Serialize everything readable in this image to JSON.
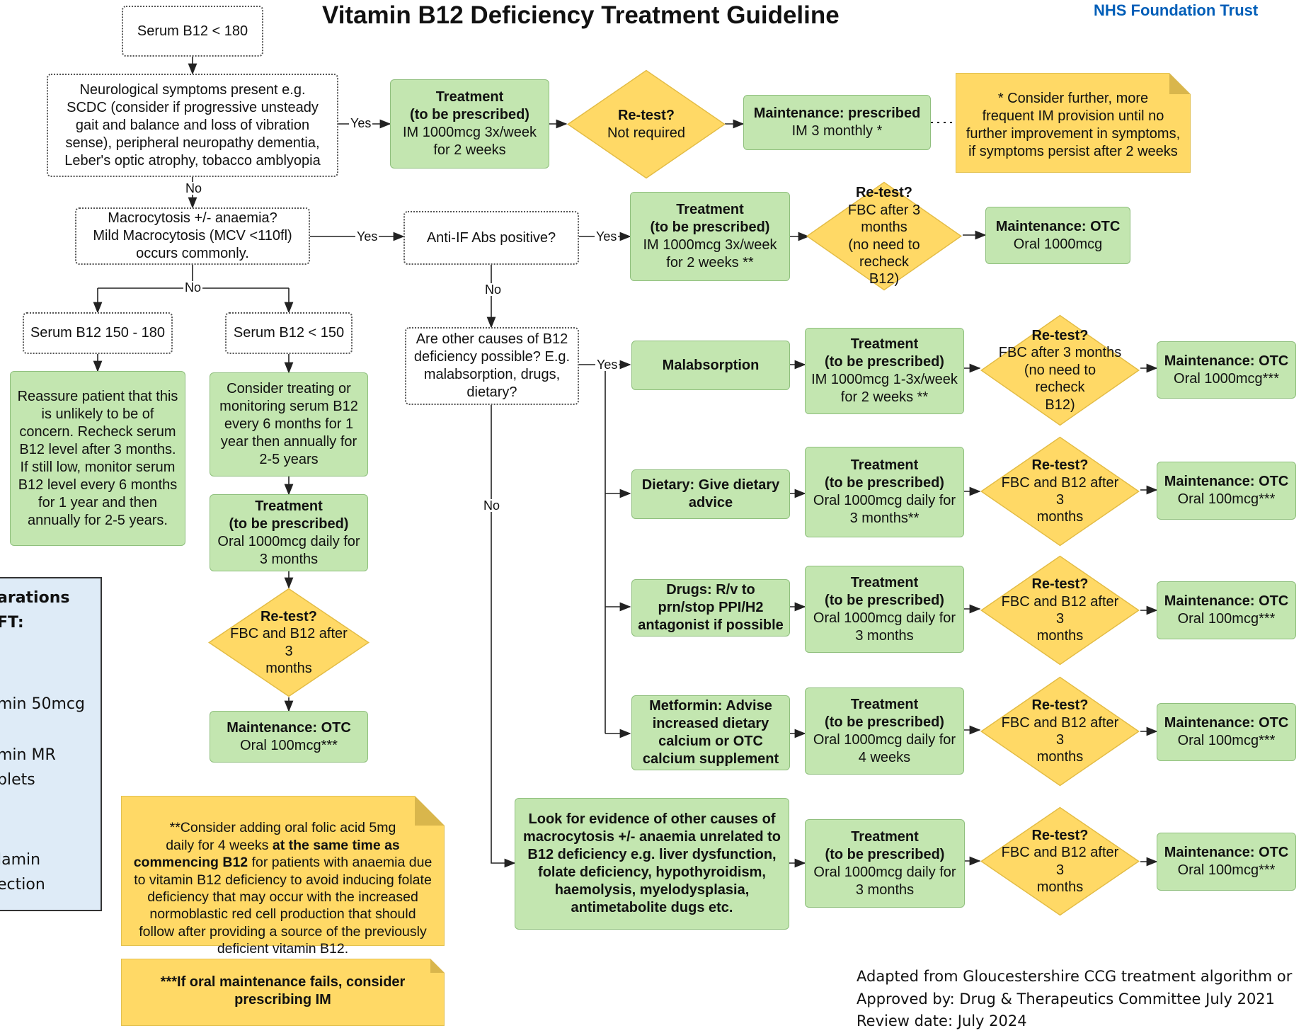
{
  "header": {
    "title": "Vitamin B12 Deficiency Treatment Guideline",
    "trust": "NHS Foundation Trust"
  },
  "nodes": {
    "serum_lt180": "Serum B12 < 180",
    "neuro": "Neurological symptoms present e.g.\nSCDC (consider if progressive unsteady\ngait and balance and loss of vibration\nsense), peripheral neuropathy dementia,\nLeber's optic atrophy, tobacco amblyopia",
    "macro": "Macrocytosis +/- anaemia?\nMild Macrocytosis (MCV <110fl)\noccurs commonly.",
    "anti_if": "Anti-IF Abs positive?",
    "serum_150_180": "Serum B12 150 - 180",
    "serum_lt150": "Serum B12 < 150",
    "other_causes": "Are other causes of B12\ndeficiency possible? E.g.\nmalabsorption, drugs,\ndietary?",
    "reassure": "Reassure patient that this\nis unlikely to be of\nconcern. Recheck serum\nB12 level after 3 months.\nIf still low, monitor serum\nB12 level every 6 months\nfor 1 year and then\nannually for 2-5 years.",
    "consider_treating": "Consider treating or\nmonitoring serum B12\nevery 6 months for 1\nyear then annually for\n2-5 years",
    "malabsorption": "Malabsorption",
    "dietary": "Dietary: Give dietary\nadvice",
    "drugs": "Drugs: R/v to\nprn/stop PPI/H2\nantagonist if possible",
    "metformin": "Metformin: Advise\nincreased dietary\ncalcium or OTC\ncalcium supplement",
    "look_for": "Look for evidence of other causes of\nmacrocytosis +/- anaemia unrelated to\nB12 deficiency e.g. liver dysfunction,\nfolate deficiency, hypothyroidism,\nhaemolysis, myelodysplasia,\nantimetabolite dugs etc."
  },
  "treatment_heading": "Treatment\n(to be prescribed)",
  "treatments": {
    "t1": "IM 1000mcg 3x/week\nfor 2 weeks",
    "t2": "IM 1000mcg 3x/week\nfor 2 weeks **",
    "t3": "Oral 1000mcg daily for\n3 months",
    "t4": "IM 1000mcg 1-3x/week\nfor 2 weeks **",
    "t5": "Oral 1000mcg daily for\n3 months**",
    "t6": "Oral 1000mcg daily for\n3 months",
    "t7": "Oral 1000mcg daily for\n4 weeks",
    "t8": "Oral 1000mcg daily for\n3 months"
  },
  "retest_heading": "Re-test?",
  "retests": {
    "r1": "Not required",
    "r2": "FBC after 3 months\n(no need to recheck\nB12)",
    "r3": "FBC and B12 after 3\nmonths",
    "r4": "FBC after 3 months\n(no need to recheck\nB12)",
    "r5": "FBC and B12 after 3\nmonths",
    "r6": "FBC and B12 after 3\nmonths",
    "r7": "FBC and B12 after 3\nmonths",
    "r8": "FBC and B12 after 3\nmonths"
  },
  "maint_otc": "Maintenance: OTC",
  "maintenance": {
    "m1_head": "Maintenance: prescribed",
    "m1": "IM 3 monthly *",
    "m2": "Oral 1000mcg",
    "m3": "Oral 100mcg***",
    "m4": "Oral 1000mcg***",
    "m5": "Oral 100mcg***",
    "m6": "Oral 100mcg***",
    "m7": "Oral 100mcg***",
    "m8": "Oral 100mcg***"
  },
  "notes": {
    "star1": "* Consider further, more\nfrequent IM provision until no\nfurther improvement in symptoms,\nif symptoms persist after 2 weeks",
    "folic_a": "**Consider adding oral folic acid 5mg\ndaily for 4 weeks ",
    "folic_b": "at the same time as\ncommencing B12",
    "folic_c": " for patients with anaemia due\nto vitamin B12 deficiency to avoid inducing folate\ndeficiency that may occur with the increased\nnormoblastic red cell production that should\nfollow after providing a source of the previously\ndeficient vitamin B12.",
    "oral_fail": "***If oral maintenance fails, consider\nprescribing IM"
  },
  "labels": {
    "yes": "Yes",
    "no": "No"
  },
  "prep_box": {
    "lines": [
      "arations",
      "FT:",
      "min 50mcg",
      "min MR",
      "blets",
      "lamin",
      "ection"
    ]
  },
  "footer": {
    "line1": "Adapted from Gloucestershire CCG treatment algorithm or",
    "line2": "Approved by: Drug & Therapeutics Committee July 2021",
    "line3": "Review date: July 2024"
  },
  "colors": {
    "green": "#c3e6b0",
    "yellow": "#ffd966",
    "blue_box": "#deebf7",
    "nhs_blue": "#005eb8"
  }
}
